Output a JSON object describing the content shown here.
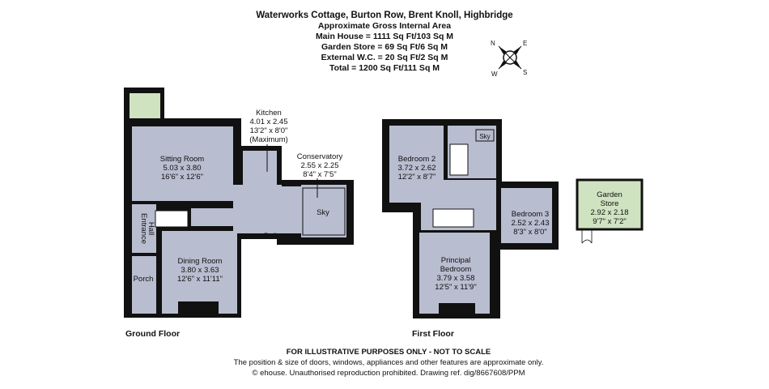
{
  "header": {
    "title": "Waterworks Cottage, Burton Row, Brent Knoll, Highbridge",
    "subtitle": "Approximate Gross Internal Area",
    "areas": [
      "Main House = 1111 Sq Ft/103 Sq M",
      "Garden Store = 69 Sq Ft/6 Sq M",
      "External W.C. = 20 Sq Ft/2 Sq M",
      "Total = 1200 Sq Ft/111 Sq M"
    ]
  },
  "compass": {
    "n": "N",
    "e": "E",
    "s": "S",
    "w": "W"
  },
  "ground_floor": {
    "label": "Ground Floor",
    "sitting_room": {
      "name": "Sitting Room",
      "metric": "5.03 x 3.80",
      "imperial": "16'6\" x 12'6\""
    },
    "kitchen": {
      "name": "Kitchen",
      "metric": "4.01 x 2.45",
      "imperial": "13'2\" x 8'0\"",
      "note": "(Maximum)"
    },
    "conservatory": {
      "name": "Conservatory",
      "metric": "2.55 x 2.25",
      "imperial": "8'4\" x 7'5\""
    },
    "sky": "Sky",
    "boiler": "Boiler",
    "entrance_hall": {
      "line1": "Entrance",
      "line2": "Hall"
    },
    "dining_room": {
      "name": "Dining Room",
      "metric": "3.80 x 3.63",
      "imperial": "12'6\" x 11'11\""
    },
    "porch": "Porch"
  },
  "first_floor": {
    "label": "First Floor",
    "bedroom2": {
      "name": "Bedroom 2",
      "metric": "3.72 x 2.62",
      "imperial": "12'2\" x 8'7\""
    },
    "bathroom_sky": "Sky",
    "bedroom3": {
      "name": "Bedroom 3",
      "metric": "2.52 x 2.43",
      "imperial": "8'3\" x 8'0\""
    },
    "principal": {
      "name1": "Principal",
      "name2": "Bedroom",
      "metric": "3.79 x 3.58",
      "imperial": "12'5\" x 11'9\""
    }
  },
  "garden_store": {
    "name1": "Garden",
    "name2": "Store",
    "metric": "2.92 x 2.18",
    "imperial": "9'7\" x 7'2\""
  },
  "footer": {
    "disclaimer": "FOR ILLUSTRATIVE PURPOSES ONLY - NOT TO SCALE",
    "note": "The position & size of doors, windows, appliances and other features are approximate only.",
    "copyright": "© ehouse. Unauthorised reproduction prohibited. Drawing ref. dig/8667608/PPM"
  },
  "colors": {
    "floor": "#b9bdd0",
    "external": "#cfe3c1",
    "wall": "#111111"
  }
}
